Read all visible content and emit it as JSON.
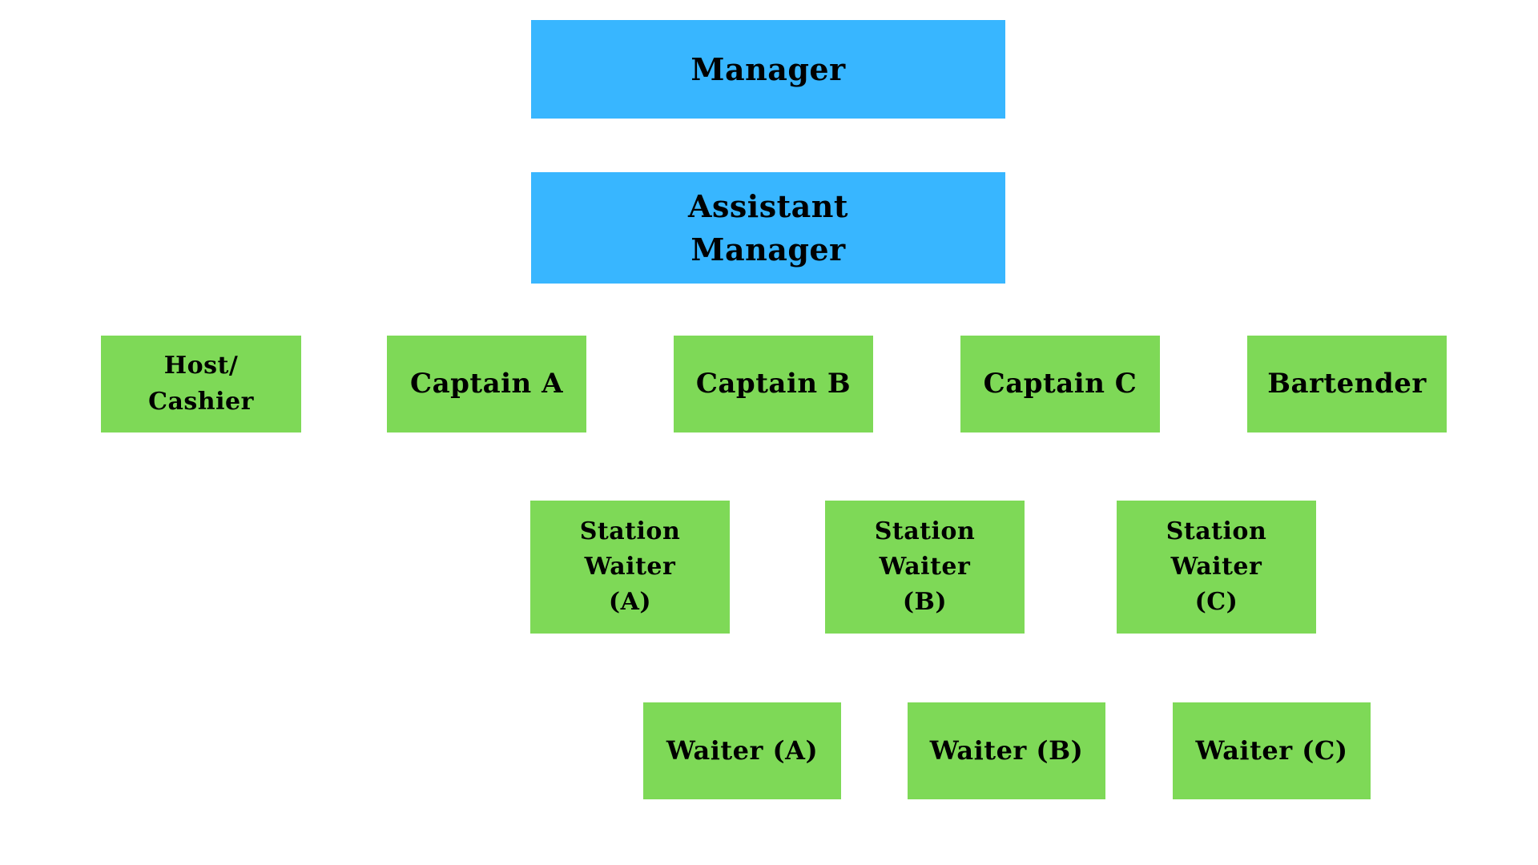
{
  "diagram": {
    "type": "org-chart",
    "description": "Restaurant service staff hierarchy diagram; solid colored boxes, no connector lines",
    "colors": {
      "management_box": "#38B6FF",
      "staff_box": "#7ED957",
      "text": "#000000",
      "background": "#FFFFFF"
    },
    "levels": [
      {
        "row": 1,
        "roles": [
          "Manager"
        ]
      },
      {
        "row": 2,
        "roles": [
          "Assistant Manager"
        ]
      },
      {
        "row": 3,
        "roles": [
          "Host/Cashier",
          "Captain A",
          "Captain B",
          "Captain C",
          "Bartender"
        ]
      },
      {
        "row": 4,
        "roles": [
          "Station Waiter (A)",
          "Station Waiter (B)",
          "Station Waiter (C)"
        ]
      },
      {
        "row": 5,
        "roles": [
          "Waiter (A)",
          "Waiter (B)",
          "Waiter (C)"
        ]
      }
    ],
    "nodes": [
      {
        "id": "manager",
        "label": "Manager",
        "row": 1,
        "color_role": "management"
      },
      {
        "id": "assistant-manager",
        "label": "Assistant\nManager",
        "row": 2,
        "color_role": "management"
      },
      {
        "id": "host-cashier",
        "label": "Host/\nCashier",
        "row": 3,
        "color_role": "staff"
      },
      {
        "id": "captain-a",
        "label": "Captain A",
        "row": 3,
        "color_role": "staff"
      },
      {
        "id": "captain-b",
        "label": "Captain B",
        "row": 3,
        "color_role": "staff"
      },
      {
        "id": "captain-c",
        "label": "Captain C",
        "row": 3,
        "color_role": "staff"
      },
      {
        "id": "bartender",
        "label": "Bartender",
        "row": 3,
        "color_role": "staff"
      },
      {
        "id": "station-waiter-a",
        "label": "Station\nWaiter\n(A)",
        "row": 4,
        "color_role": "staff"
      },
      {
        "id": "station-waiter-b",
        "label": "Station\nWaiter\n(B)",
        "row": 4,
        "color_role": "staff"
      },
      {
        "id": "station-waiter-c",
        "label": "Station\nWaiter\n(C)",
        "row": 4,
        "color_role": "staff"
      },
      {
        "id": "waiter-a",
        "label": "Waiter (A)",
        "row": 5,
        "color_role": "staff"
      },
      {
        "id": "waiter-b",
        "label": "Waiter (B)",
        "row": 5,
        "color_role": "staff"
      },
      {
        "id": "waiter-c",
        "label": "Waiter (C)",
        "row": 5,
        "color_role": "staff"
      }
    ]
  }
}
